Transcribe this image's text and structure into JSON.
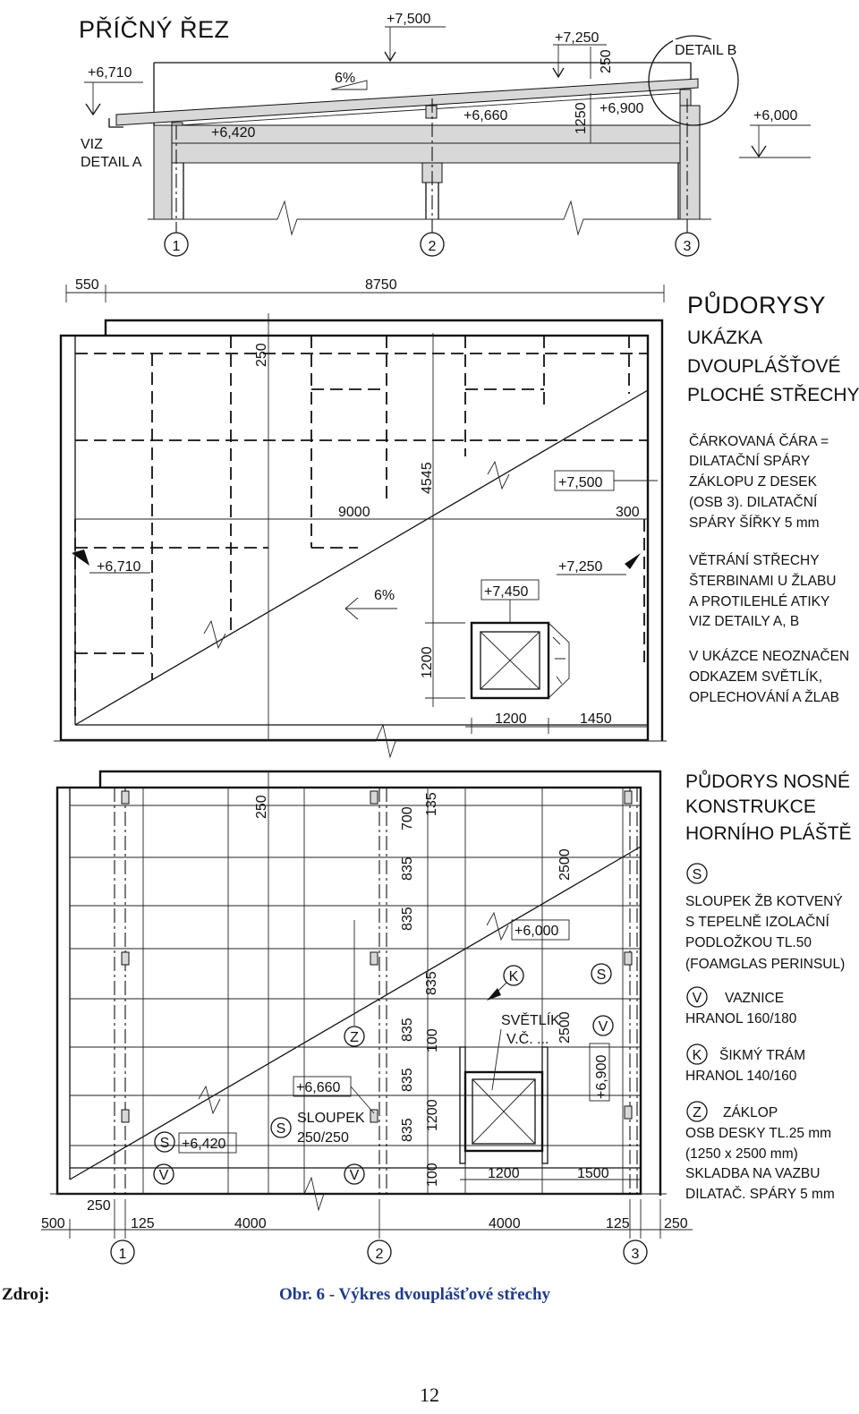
{
  "section": {
    "title": "PŘÍČNÝ ŘEZ",
    "levels": {
      "top": "+7,500",
      "mid": "+7,250",
      "left": "+6,710",
      "right": "+6,000",
      "inner1": "+6,420",
      "inner2": "+6,660",
      "inner3": "+6,900"
    },
    "slope": "6%",
    "dims": {
      "d250": "250",
      "d1250": "1250"
    },
    "detail_a": [
      "VIZ",
      "DETAIL A"
    ],
    "detail_b": "DETAIL B",
    "axes": [
      "1",
      "2",
      "3"
    ]
  },
  "plan1": {
    "title": "PŮDORYSY",
    "subtitle": [
      "UKÁZKA",
      "DVOUPLÁŠŤOVÉ",
      "PLOCHÉ STŘECHY"
    ],
    "note1": [
      "ČÁRKOVANÁ ČÁRA =",
      "DILATAČNÍ SPÁRY",
      "ZÁKLOPU Z DESEK",
      "(OSB 3). DILATAČNÍ",
      "SPÁRY ŠÍŘKY 5 mm"
    ],
    "note2": [
      "VĚTRÁNÍ STŘECHY",
      "ŠTERBINAMI U ŽLABU",
      "A PROTILEHLÉ ATIKY",
      "VIZ DETAILY A, B"
    ],
    "note3": [
      "V UKÁZCE NEOZNAČEN",
      "ODKAZEM SVĚTLÍK,",
      "OPLECHOVÁNÍ A ŽLAB"
    ],
    "dims": {
      "d550": "550",
      "d8750": "8750",
      "d250": "250",
      "d4545": "4545",
      "d9000": "9000",
      "d300": "300",
      "d1200v": "1200",
      "d1200h": "1200",
      "d1450": "1450"
    },
    "levels": {
      "l7500": "+7,500",
      "l6710": "+6,710",
      "l7250": "+7,250",
      "l7450": "+7,450"
    },
    "slope": "6%"
  },
  "plan2": {
    "title": [
      "PŮDORYS NOSNÉ",
      "KONSTRUKCE",
      "HORNÍHO PLÁŠTĚ"
    ],
    "legend": [
      {
        "sym": "S",
        "lines": [
          "SLOUPEK ŽB KOTVENÝ",
          "S TEPELNĚ IZOLAČNÍ",
          "PODLOŽKOU TL.50",
          "(FOAMGLAS PERINSUL)"
        ]
      },
      {
        "sym": "V",
        "lines": [
          "VAZNICE",
          "HRANOL 160/180"
        ]
      },
      {
        "sym": "K",
        "lines": [
          "ŠIKMÝ TRÁM",
          "HRANOL 140/160"
        ]
      },
      {
        "sym": "Z",
        "lines": [
          "ZÁKLOP",
          "OSB DESKY TL.25 mm",
          "(1250 x 2500 mm)",
          "SKLADBA NA VAZBU",
          "DILATAČ. SPÁRY 5 mm"
        ]
      }
    ],
    "dims": {
      "d250": "250",
      "d700": "700",
      "d135": "135",
      "d835a": "835",
      "d835b": "835",
      "d835c": "835",
      "d835d": "835",
      "d835e": "835",
      "d835f": "835",
      "d2500a": "2500",
      "d2500b": "2500",
      "d100a": "100",
      "d100b": "100",
      "d1200v": "1200",
      "d1200h": "1200",
      "d1500": "1500"
    },
    "levels": {
      "l6000": "+6,000",
      "l6660": "+6,660",
      "l6420": "+6,420",
      "l6900": "+6,900"
    },
    "labels": {
      "svetlik": "SVĚTLÍK",
      "vc": "V.Č. ...",
      "sloupek": "SLOUPEK",
      "sloupek_size": "250/250"
    },
    "bottom_dims": [
      "500",
      "250",
      "125",
      "4000",
      "4000",
      "125",
      "250"
    ],
    "axes": [
      "1",
      "2",
      "3"
    ]
  },
  "caption": {
    "source": "Zdroj:",
    "figure": "Obr.  6 - Výkres dvouplášťové střechy"
  },
  "page_number": "12"
}
